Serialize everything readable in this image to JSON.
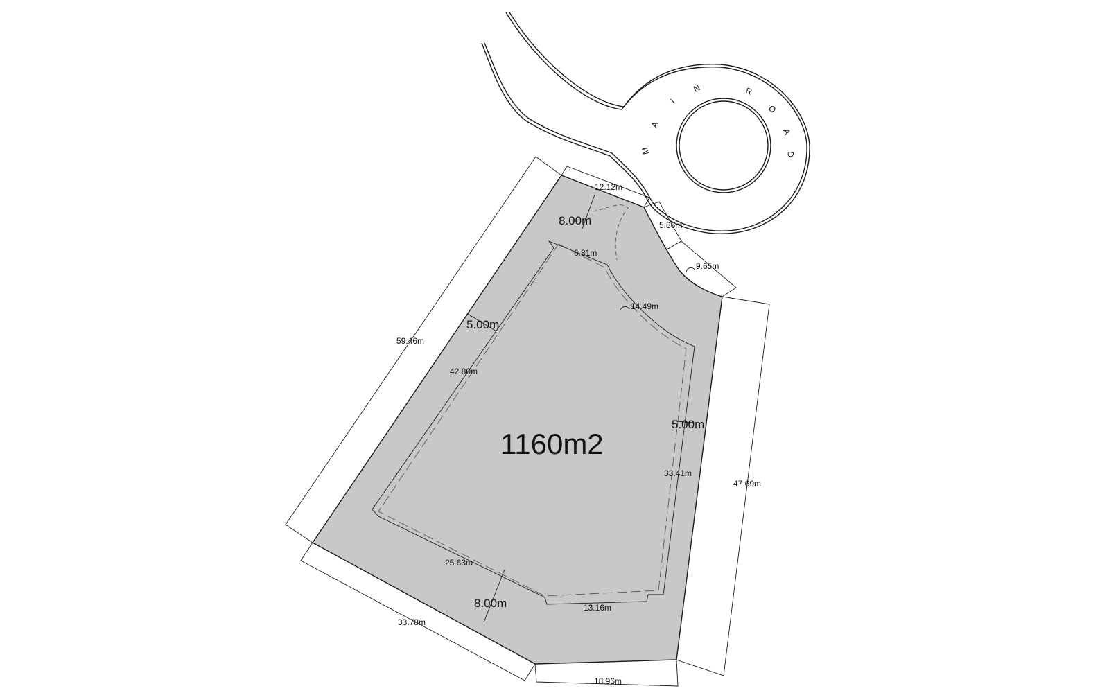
{
  "plot": {
    "area_label": "1160m2",
    "fill_color": "#c8c8c8"
  },
  "road": {
    "label": "MAIN ROAD",
    "letters": [
      "M",
      "A",
      "I",
      "N",
      "R",
      "O",
      "A",
      "D"
    ]
  },
  "boundary_dimensions": {
    "north": "12.12m",
    "north_east": "5.86m",
    "curve": "9.65m",
    "east": "47.69m",
    "south": "18.96m",
    "south_west": "33.78m",
    "west": "59.46m"
  },
  "building_dimensions": {
    "north": "6.81m",
    "curve": "14.49m",
    "east": "33.41m",
    "south": "13.16m",
    "south_west": "25.63m",
    "west": "42.80m"
  },
  "setbacks": {
    "north": "8.00m",
    "west": "5.00m",
    "east": "5.00m",
    "south": "8.00m"
  },
  "colors": {
    "line": "#1a1a1a",
    "dash": "#555555"
  }
}
